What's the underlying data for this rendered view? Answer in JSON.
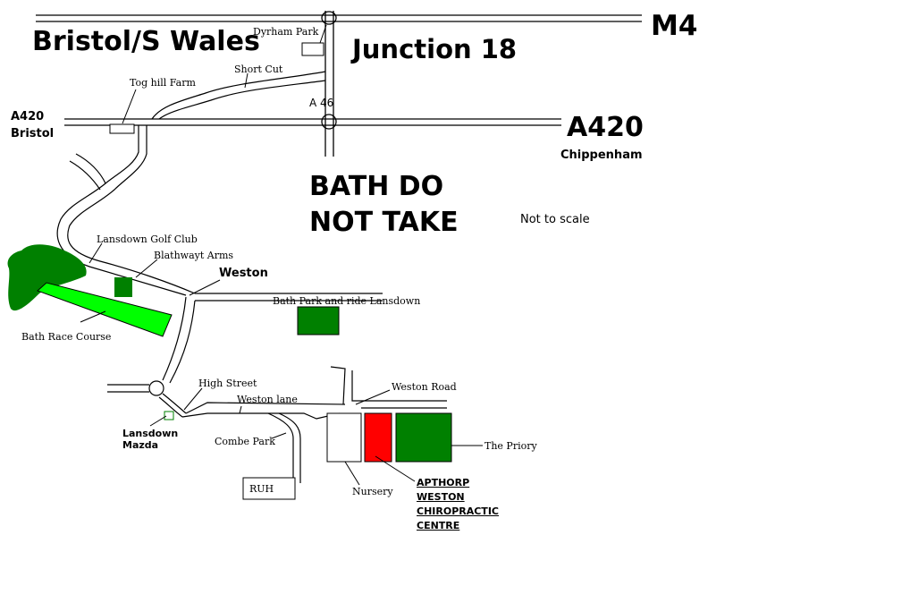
{
  "colors": {
    "green": "#008000",
    "light_green": "#00ff00",
    "red": "#ff0000",
    "road": "#000000",
    "background": "#ffffff"
  },
  "motorway": {
    "name": "M4",
    "junction": "Junction 18"
  },
  "directions": {
    "west": "Bristol/S Wales",
    "a420_west": "A420",
    "a420_west_sub": "Bristol",
    "a420_east": "A420",
    "a420_east_sub": "Chippenham",
    "a46": "A 46"
  },
  "warning": {
    "line1": "BATH DO",
    "line2": "NOT TAKE"
  },
  "note": "Not to scale",
  "places": {
    "dyrham_park": "Dyrham Park",
    "short_cut": "Short Cut",
    "toghill_farm": "Tog hill Farm",
    "golf_club": "Lansdown Golf Club",
    "blathwayt_arms": "Blathwayt Arms",
    "weston": "Weston",
    "park_and_ride": "Bath Park and ride Lansdown",
    "race_course": "Bath Race Course",
    "high_street": "High Street",
    "weston_lane": "Weston lane",
    "weston_road": "Weston Road",
    "lansdown_mazda": "Lansdown Mazda",
    "combe_park": "Combe Park",
    "ruh": "RUH",
    "nursery": "Nursery",
    "the_priory": "The Priory"
  },
  "destination": {
    "lines": [
      "APTHORP",
      "WESTON",
      "CHIROPRACTIC",
      "CENTRE"
    ]
  }
}
